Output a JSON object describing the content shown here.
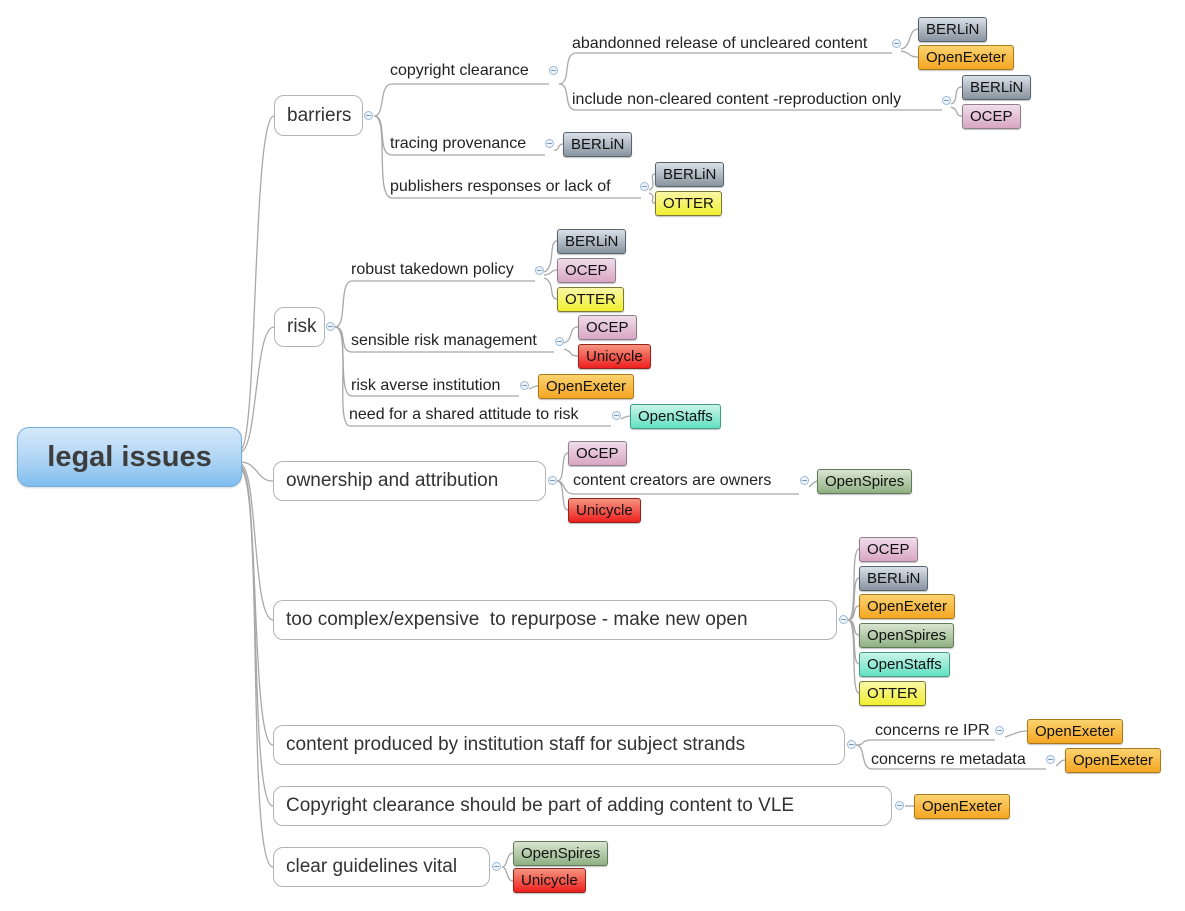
{
  "title": "legal issues mind map",
  "tag_colors": {
    "BERLiN": {
      "top": "#d9e0e8",
      "bottom": "#87939f",
      "border": "#59646e"
    },
    "OpenExeter": {
      "top": "#fbd36f",
      "bottom": "#f5a623",
      "border": "#a97a1a"
    },
    "OCEP": {
      "top": "#f0dde9",
      "bottom": "#d9a6c3",
      "border": "#907e8c"
    },
    "OTTER": {
      "top": "#f9f7a6",
      "bottom": "#f1ef30",
      "border": "#7b7a33"
    },
    "Unicycle": {
      "top": "#f5947f",
      "bottom": "#ee2020",
      "border": "#8f251b"
    },
    "OpenSpires": {
      "top": "#d8e5d0",
      "bottom": "#8fb083",
      "border": "#62795a"
    },
    "OpenStaffs": {
      "top": "#c9f4e7",
      "bottom": "#62e1c2",
      "border": "#439b85"
    }
  },
  "root_colors": {
    "top": "#d6e9fa",
    "bottom": "#7fbdee",
    "border": "#74aedd"
  },
  "map": {
    "root": {
      "label": "legal issues"
    },
    "branches": [
      {
        "label": "barriers",
        "children": [
          {
            "label": "copyright clearance",
            "children": [
              {
                "label": "abandonned release of uncleared content",
                "tags": [
                  "BERLiN",
                  "OpenExeter"
                ]
              },
              {
                "label": "include non-cleared content -reproduction only",
                "tags": [
                  "BERLiN",
                  "OCEP"
                ]
              }
            ]
          },
          {
            "label": "tracing provenance",
            "tags": [
              "BERLiN"
            ]
          },
          {
            "label": "publishers responses or lack of",
            "tags": [
              "BERLiN",
              "OTTER"
            ]
          }
        ]
      },
      {
        "label": "risk",
        "children": [
          {
            "label": "robust takedown policy",
            "tags": [
              "BERLiN",
              "OCEP",
              "OTTER"
            ]
          },
          {
            "label": "sensible risk management",
            "tags": [
              "OCEP",
              "Unicycle"
            ]
          },
          {
            "label": "risk averse institution",
            "tags": [
              "OpenExeter"
            ]
          },
          {
            "label": "need for a shared attitude to risk",
            "tags": [
              "OpenStaffs"
            ]
          }
        ]
      },
      {
        "label": "ownership and attribution",
        "tags": [
          "OCEP",
          "Unicycle"
        ],
        "children": [
          {
            "label": "content creators are owners",
            "tags": [
              "OpenSpires"
            ]
          }
        ]
      },
      {
        "label": "too complex/expensive  to repurpose - make new open",
        "tags": [
          "OCEP",
          "BERLiN",
          "OpenExeter",
          "OpenSpires",
          "OpenStaffs",
          "OTTER"
        ]
      },
      {
        "label": "content produced by institution staff for subject strands",
        "children": [
          {
            "label": "concerns re IPR",
            "tags": [
              "OpenExeter"
            ]
          },
          {
            "label": "concerns re metadata",
            "tags": [
              "OpenExeter"
            ]
          }
        ]
      },
      {
        "label": "Copyright clearance should be part of adding content to VLE",
        "tags": [
          "OpenExeter"
        ]
      },
      {
        "label": "clear guidelines vital",
        "tags": [
          "OpenSpires",
          "Unicycle"
        ]
      }
    ]
  }
}
